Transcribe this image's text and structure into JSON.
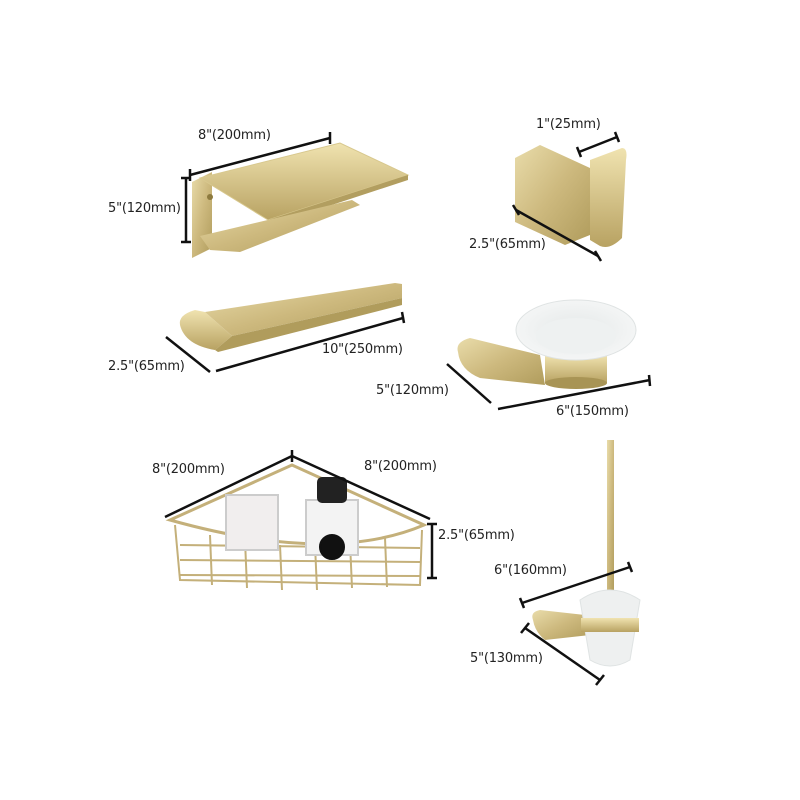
{
  "products": [
    {
      "name": "Toilet paper holder with shelf",
      "dims": {
        "width": "8\"(200mm)",
        "height": "5\"(120mm)"
      }
    },
    {
      "name": "Robe hook",
      "dims": {
        "depth_top": "1\"(25mm)",
        "length": "2.5\"(65mm)"
      }
    },
    {
      "name": "Towel bar",
      "dims": {
        "depth": "2.5\"(65mm)",
        "length": "10\"(250mm)"
      }
    },
    {
      "name": "Soap dish",
      "dims": {
        "depth": "5\"(120mm)",
        "length": "6\"(150mm)"
      }
    },
    {
      "name": "Corner shower basket",
      "dims": {
        "left": "8\"(200mm)",
        "right": "8\"(200mm)",
        "height": "2.5\"(65mm)"
      }
    },
    {
      "name": "Toilet brush holder",
      "dims": {
        "width": "6\"(160mm)",
        "depth": "5\"(130mm)"
      }
    }
  ],
  "colors": {
    "gold": "#c9b57a",
    "gold_light": "#e6d9a8",
    "gold_dark": "#a89455",
    "glass": "#eef0f0",
    "line": "#111111"
  }
}
